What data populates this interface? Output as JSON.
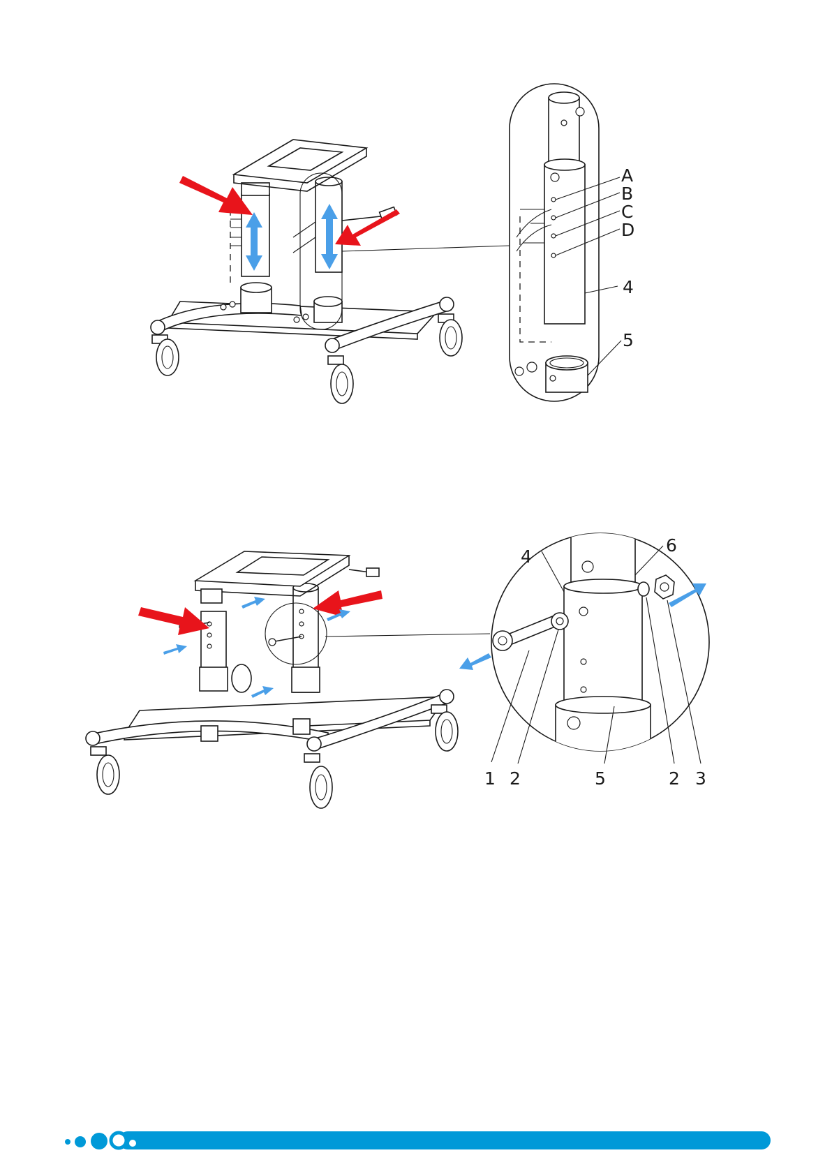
{
  "figure_top": {
    "callouts": {
      "a": "A",
      "b": "B",
      "c": "C",
      "d": "D",
      "four": "4",
      "five": "5"
    }
  },
  "figure_bottom": {
    "callouts": {
      "one": "1",
      "two_left": "2",
      "four": "4",
      "five": "5",
      "two_right": "2",
      "three": "3",
      "six": "6"
    }
  },
  "colors": {
    "red_arrow": "#e8141b",
    "blue_arrow": "#4a9fe8",
    "footer_bar": "#0099d8",
    "line": "#1a1a1a"
  }
}
